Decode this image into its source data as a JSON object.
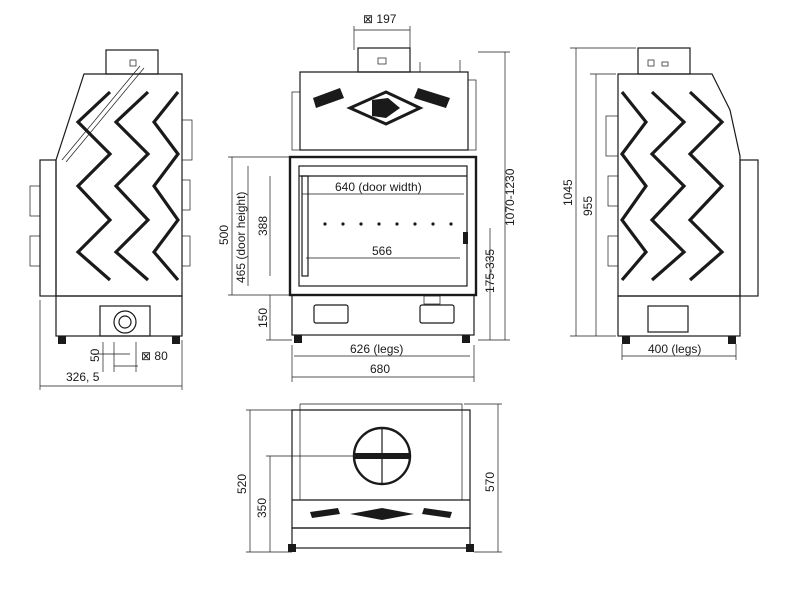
{
  "views": {
    "front": {
      "dims": {
        "flue": "⊠ 197",
        "door_width": "640 (door width)",
        "inner_width": "566",
        "legs": "626 (legs)",
        "total_width": "680",
        "height_range": "1070-1230",
        "leg_range": "175-335",
        "door_height": "465 (door height)",
        "glass_height": "388",
        "opening_height": "500",
        "base_height": "150"
      }
    },
    "left_side": {
      "dims": {
        "air_offset": "50",
        "air_size": "⊠ 80",
        "depth": "326, 5"
      }
    },
    "right_side": {
      "dims": {
        "total_height": "1045",
        "body_height": "955",
        "legs": "400 (legs)"
      }
    },
    "top": {
      "dims": {
        "depth": "520",
        "flue_offset": "350",
        "total_depth": "570"
      }
    }
  }
}
